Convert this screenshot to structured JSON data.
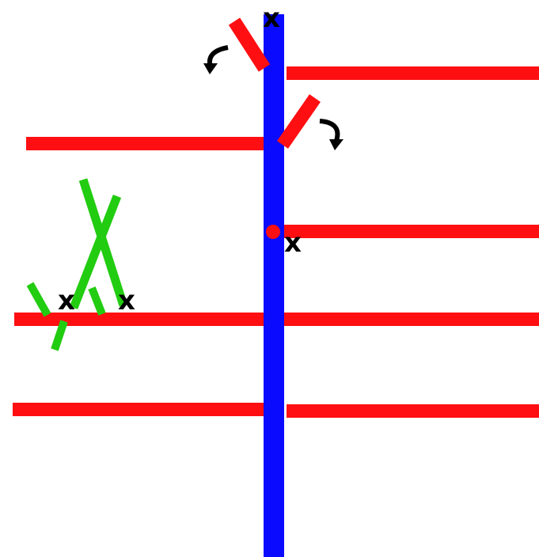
{
  "colors": {
    "background": "#ffffff",
    "axis": "#0a0aff",
    "horizontal_rod": "#ff0f12",
    "pivot_rod": "#ff0f12",
    "green_rod": "#22cc11",
    "x_mark": "#000000",
    "arrow": "#000000",
    "dot": "#ff0f12"
  },
  "labels": {
    "x_top": "x",
    "x_mid": "x",
    "x_green_left": "x",
    "x_green_right": "x"
  },
  "icons": [
    "rotate-arrow-icon",
    "rotate-arrow-icon"
  ]
}
